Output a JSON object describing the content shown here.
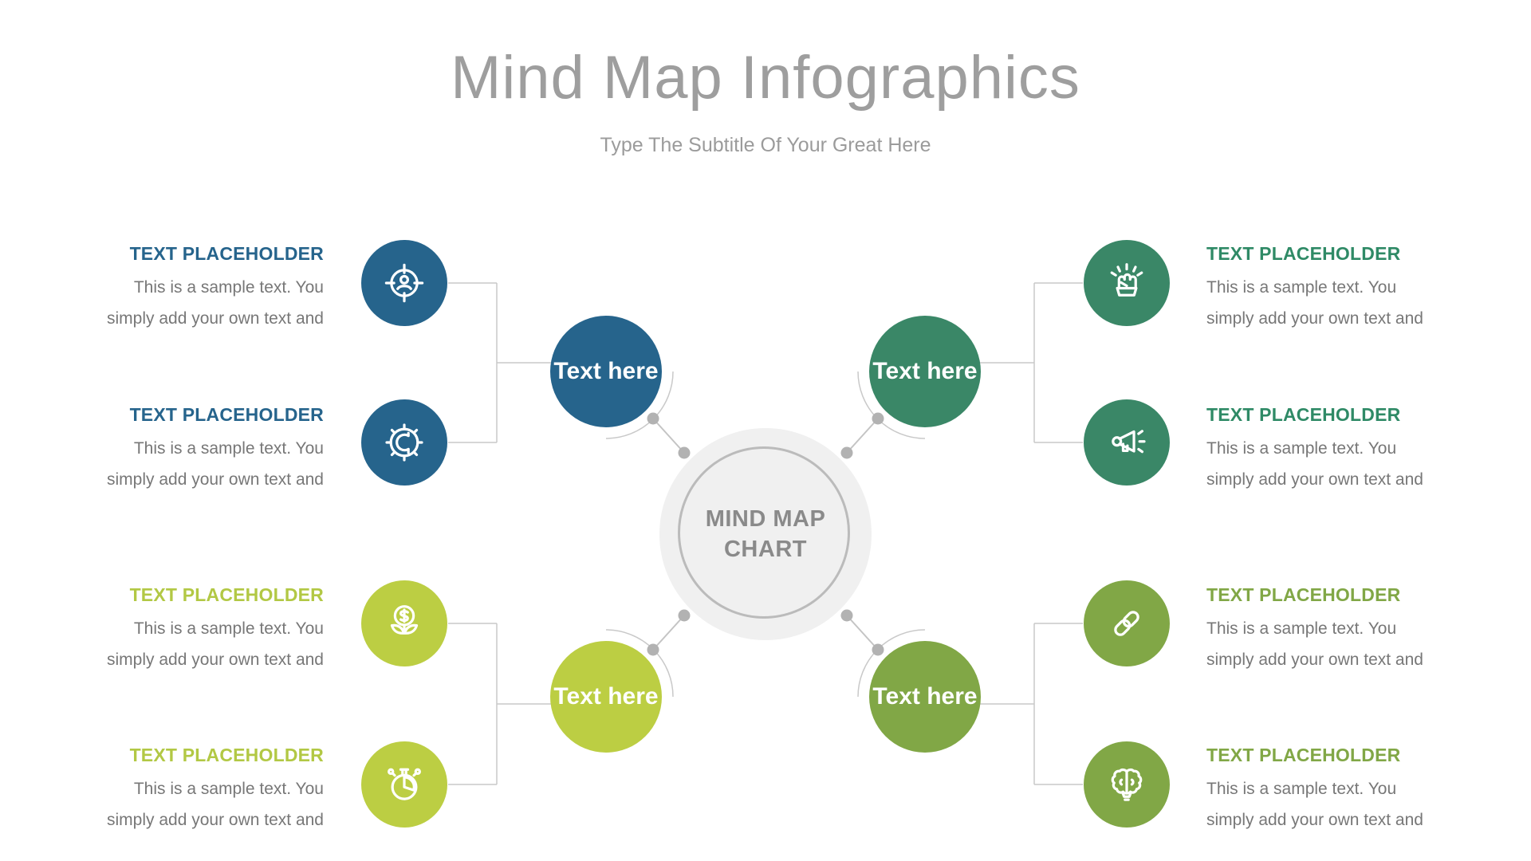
{
  "title": "Mind Map Infographics",
  "subtitle": "Type The Subtitle Of Your Great Here",
  "center": {
    "line1": "MIND MAP",
    "line2": "CHART"
  },
  "colors": {
    "blue": "#26648C",
    "teal": "#3A8767",
    "lime": "#BCCE43",
    "olive": "#81A746",
    "connector_line": "#C9C9C9",
    "dot": "#B2B2B2",
    "title_text": "#9E9E9E",
    "body_text": "#777777",
    "center_fill": "#F0F0F0",
    "center_ring": "#BBBBBB",
    "center_text": "#8A8A8A"
  },
  "branches": [
    {
      "position": "top-left",
      "node_label": "Text here",
      "color": "#26648C",
      "items": [
        {
          "icon": "target-user-icon",
          "heading": "TEXT PLACEHOLDER",
          "line1": "This is a sample text. You",
          "line2": "simply add your own text and"
        },
        {
          "icon": "gear-wrench-icon",
          "heading": "TEXT PLACEHOLDER",
          "line1": "This is a sample text. You",
          "line2": "simply add your own text and"
        }
      ]
    },
    {
      "position": "top-right",
      "node_label": "Text here",
      "color": "#3A8767",
      "items": [
        {
          "icon": "fist-rays-icon",
          "heading": "TEXT PLACEHOLDER",
          "line1": "This is a sample text. You",
          "line2": "simply add your own text and"
        },
        {
          "icon": "megaphone-icon",
          "heading": "TEXT PLACEHOLDER",
          "line1": "This is a sample text. You",
          "line2": "simply add your own text and"
        }
      ]
    },
    {
      "position": "bottom-left",
      "node_label": "Text here",
      "color": "#BCCE43",
      "items": [
        {
          "icon": "money-plant-icon",
          "heading": "TEXT PLACEHOLDER",
          "line1": "This is a sample text. You",
          "line2": "simply add your own text and"
        },
        {
          "icon": "stopwatch-icon",
          "heading": "TEXT PLACEHOLDER",
          "line1": "This is a sample text. You",
          "line2": "simply add your own text and"
        }
      ]
    },
    {
      "position": "bottom-right",
      "node_label": "Text here",
      "color": "#81A746",
      "items": [
        {
          "icon": "chain-link-icon",
          "heading": "TEXT PLACEHOLDER",
          "line1": "This is a sample text. You",
          "line2": "simply add your own text and"
        },
        {
          "icon": "brain-icon",
          "heading": "TEXT PLACEHOLDER",
          "line1": "This is a sample text. You",
          "line2": "simply add your own text and"
        }
      ]
    }
  ]
}
